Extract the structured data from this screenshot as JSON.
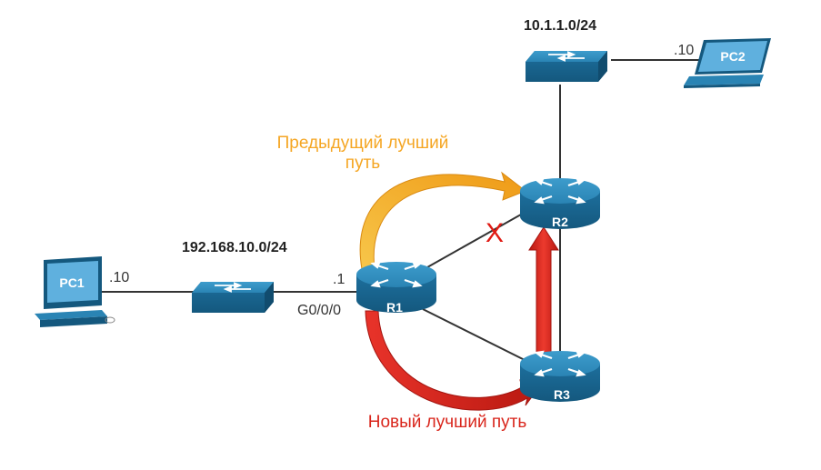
{
  "networks": {
    "lan1": "192.168.10.0/24",
    "lan2": "10.1.1.0/24"
  },
  "devices": {
    "pc1": "PC1",
    "pc2": "PC2",
    "r1": "R1",
    "r2": "R2",
    "r3": "R3"
  },
  "addresses": {
    "pc1_host": ".10",
    "pc2_host": ".10",
    "r1_host": ".1",
    "r1_interface": "G0/0/0"
  },
  "paths": {
    "previous_best_line1": "Предыдущий лучший",
    "previous_best_line2": "путь",
    "new_best": "Новый лучший путь",
    "failure_mark": "X"
  },
  "colors": {
    "device_blue": "#1a6e9a",
    "previous_path": "#f5a623",
    "new_path": "#d9261c",
    "link": "#333333"
  },
  "icons": {
    "router": "router-icon",
    "switch": "switch-icon",
    "pc": "desktop-pc-icon",
    "laptop": "laptop-icon"
  }
}
